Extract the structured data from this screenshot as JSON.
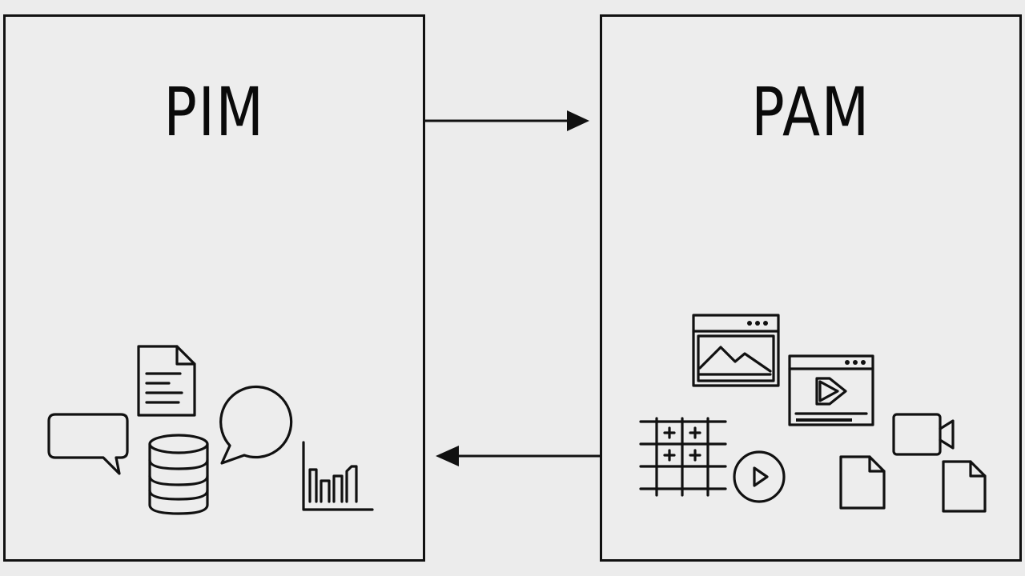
{
  "panels": {
    "pim": {
      "title": "PIM",
      "icons": [
        "chat-bubble-icon",
        "document-icon",
        "database-icon",
        "speech-bubble-icon",
        "bar-chart-icon"
      ]
    },
    "pam": {
      "title": "PAM",
      "icons": [
        "image-window-icon",
        "video-window-icon",
        "asset-grid-icon",
        "play-button-icon",
        "video-camera-icon",
        "file-icon",
        "file-icon"
      ]
    }
  },
  "connectors": [
    {
      "from": "pim",
      "to": "pam",
      "direction": "right"
    },
    {
      "from": "pam",
      "to": "pim",
      "direction": "left"
    }
  ],
  "colors": {
    "stroke": "#111111",
    "background": "#ececec"
  }
}
